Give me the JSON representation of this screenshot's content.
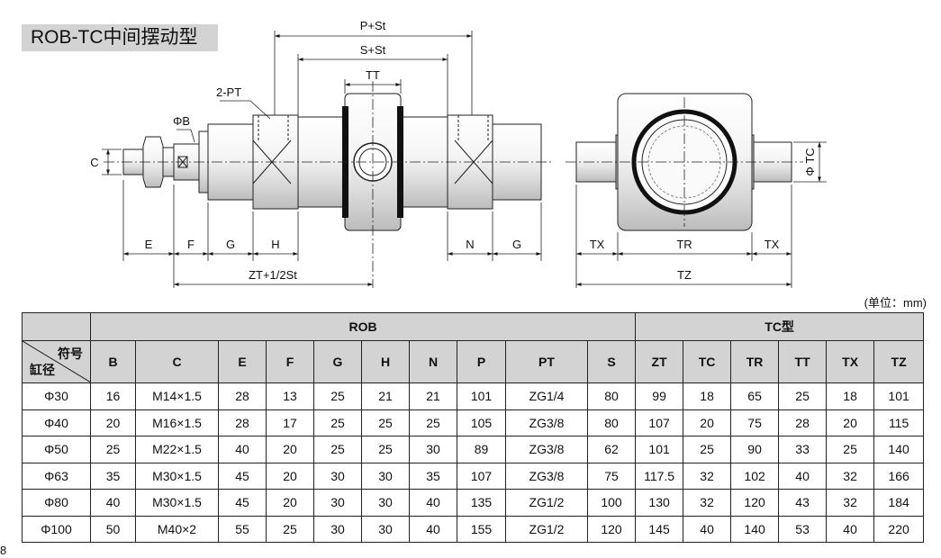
{
  "title": "ROB-TC中间摆动型",
  "unit_note": "(单位：mm)",
  "page_number": "8",
  "diagram_labels": {
    "p_st": "P+St",
    "s_st": "S+St",
    "tt": "TT",
    "two_pt": "2-PT",
    "phi_b": "ΦB",
    "c": "C",
    "e": "E",
    "f": "F",
    "g": "G",
    "h": "H",
    "n": "N",
    "g2": "G",
    "zt": "ZT+1/2St",
    "tx_left": "TX",
    "tr": "TR",
    "tx_right": "TX",
    "tz": "TZ",
    "phi_tc": "Φ TC"
  },
  "table": {
    "group_rob": "ROB",
    "group_tc": "TC型",
    "corner_top": "符号",
    "corner_bottom": "缸径",
    "headers": [
      "B",
      "C",
      "E",
      "F",
      "G",
      "H",
      "N",
      "P",
      "PT",
      "S",
      "ZT",
      "TC",
      "TR",
      "TT",
      "TX",
      "TZ"
    ],
    "rows": [
      [
        "Φ30",
        "16",
        "M14×1.5",
        "28",
        "13",
        "25",
        "21",
        "21",
        "101",
        "ZG1/4",
        "80",
        "99",
        "18",
        "65",
        "25",
        "18",
        "101"
      ],
      [
        "Φ40",
        "20",
        "M16×1.5",
        "28",
        "17",
        "25",
        "25",
        "25",
        "105",
        "ZG3/8",
        "80",
        "107",
        "20",
        "75",
        "28",
        "20",
        "115"
      ],
      [
        "Φ50",
        "25",
        "M22×1.5",
        "40",
        "20",
        "25",
        "25",
        "30",
        "89",
        "ZG3/8",
        "62",
        "101",
        "25",
        "90",
        "33",
        "25",
        "140"
      ],
      [
        "Φ63",
        "35",
        "M30×1.5",
        "45",
        "20",
        "30",
        "30",
        "35",
        "107",
        "ZG3/8",
        "75",
        "117.5",
        "32",
        "102",
        "40",
        "32",
        "166"
      ],
      [
        "Φ80",
        "40",
        "M30×1.5",
        "45",
        "20",
        "30",
        "30",
        "40",
        "135",
        "ZG1/2",
        "100",
        "130",
        "32",
        "120",
        "43",
        "32",
        "184"
      ],
      [
        "Φ100",
        "50",
        "M40×2",
        "55",
        "25",
        "30",
        "30",
        "40",
        "155",
        "ZG1/2",
        "120",
        "145",
        "40",
        "140",
        "53",
        "40",
        "220"
      ]
    ]
  }
}
